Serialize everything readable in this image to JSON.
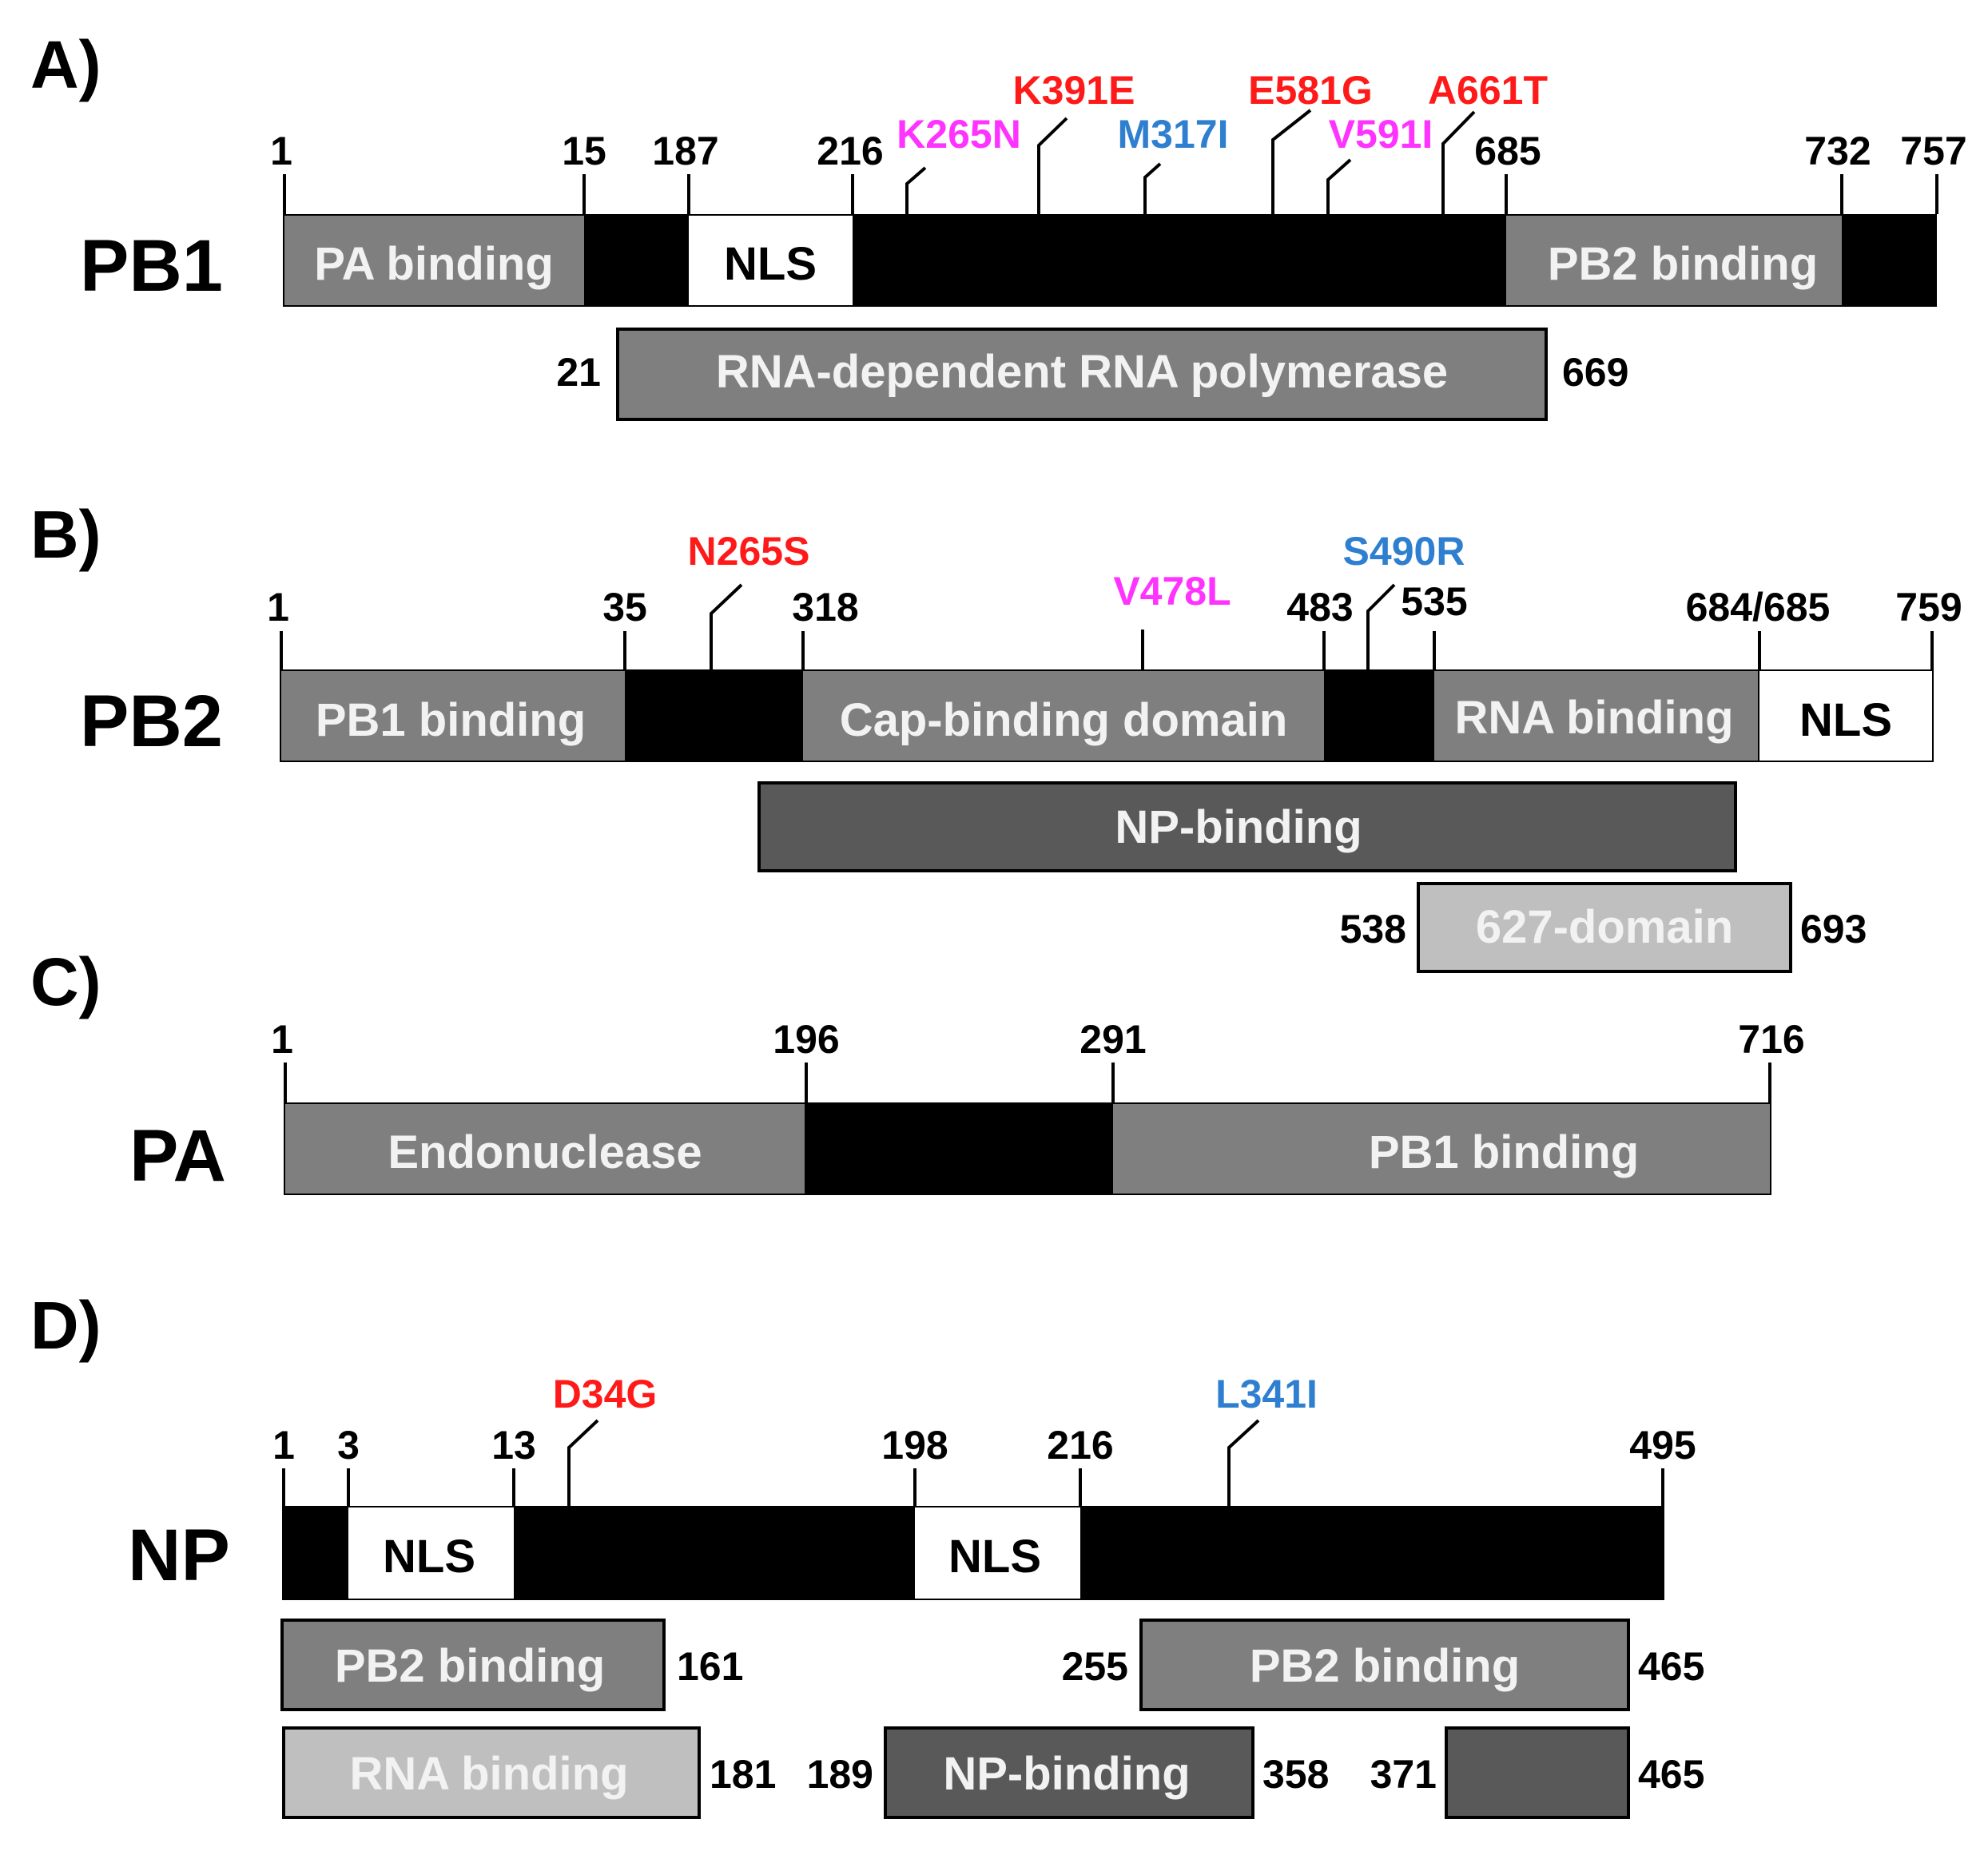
{
  "colors": {
    "red": "#ff1a1a",
    "magenta": "#ff33ff",
    "blue": "#2f7fd0",
    "black": "#000000",
    "white": "#ffffff",
    "gray": "#7f7f7f",
    "dark_gray": "#595959",
    "light_gray": "#bfbfbf",
    "text_light": "#f2f2f2",
    "text_faint": "#e6e6e6"
  },
  "panels": [
    {
      "letter": "A)",
      "protein": "PB1",
      "ticks": [
        "1",
        "15",
        "187",
        "216",
        "685",
        "732",
        "757"
      ],
      "mutations": [
        {
          "label": "K265N",
          "color": "magenta"
        },
        {
          "label": "K391E",
          "color": "red"
        },
        {
          "label": "M317I",
          "color": "blue"
        },
        {
          "label": "E581G",
          "color": "red"
        },
        {
          "label": "V591I",
          "color": "magenta"
        },
        {
          "label": "A661T",
          "color": "red"
        }
      ],
      "domains": [
        {
          "label": "PA binding",
          "fill": "gray"
        },
        {
          "label": "NLS",
          "fill": "white"
        },
        {
          "label": "PB2 binding",
          "fill": "gray"
        }
      ],
      "subdomains": [
        {
          "label": "RNA-dependent RNA polymerase",
          "start": "21",
          "end": "669",
          "fill": "gray"
        }
      ]
    },
    {
      "letter": "B)",
      "protein": "PB2",
      "ticks": [
        "1",
        "35",
        "318",
        "483",
        "535",
        "684/685",
        "759"
      ],
      "mutations": [
        {
          "label": "N265S",
          "color": "red"
        },
        {
          "label": "V478L",
          "color": "magenta"
        },
        {
          "label": "S490R",
          "color": "blue"
        }
      ],
      "domains": [
        {
          "label": "PB1 binding",
          "fill": "gray"
        },
        {
          "label": "Cap-binding domain",
          "fill": "gray"
        },
        {
          "label": "RNA binding",
          "fill": "gray"
        },
        {
          "label": "NLS",
          "fill": "white"
        }
      ],
      "subdomains": [
        {
          "label": "NP-binding",
          "start": "",
          "end": "",
          "fill": "dark_gray"
        },
        {
          "label": "627-domain",
          "start": "538",
          "end": "693",
          "fill": "light_gray"
        }
      ]
    },
    {
      "letter": "C)",
      "protein": "PA",
      "ticks": [
        "1",
        "196",
        "291",
        "716"
      ],
      "mutations": [],
      "domains": [
        {
          "label": "Endonuclease",
          "fill": "gray"
        },
        {
          "label": "PB1 binding",
          "fill": "gray"
        }
      ],
      "subdomains": []
    },
    {
      "letter": "D)",
      "protein": "NP",
      "ticks": [
        "1",
        "3",
        "13",
        "198",
        "216",
        "495"
      ],
      "mutations": [
        {
          "label": "D34G",
          "color": "red"
        },
        {
          "label": "L341I",
          "color": "blue"
        }
      ],
      "domains": [
        {
          "label": "NLS",
          "fill": "white"
        },
        {
          "label": "NLS",
          "fill": "white"
        }
      ],
      "subdomains": [
        {
          "label": "PB2 binding",
          "start": "",
          "end": "161",
          "fill": "gray"
        },
        {
          "label": "PB2 binding",
          "start": "255",
          "end": "465",
          "fill": "gray"
        },
        {
          "label": "RNA binding",
          "start": "",
          "end": "181",
          "fill": "light_gray"
        },
        {
          "label": "NP-binding",
          "start": "189",
          "end": "358",
          "fill": "dark_gray"
        },
        {
          "label": "",
          "start": "371",
          "end": "465",
          "fill": "dark_gray"
        }
      ]
    }
  ]
}
